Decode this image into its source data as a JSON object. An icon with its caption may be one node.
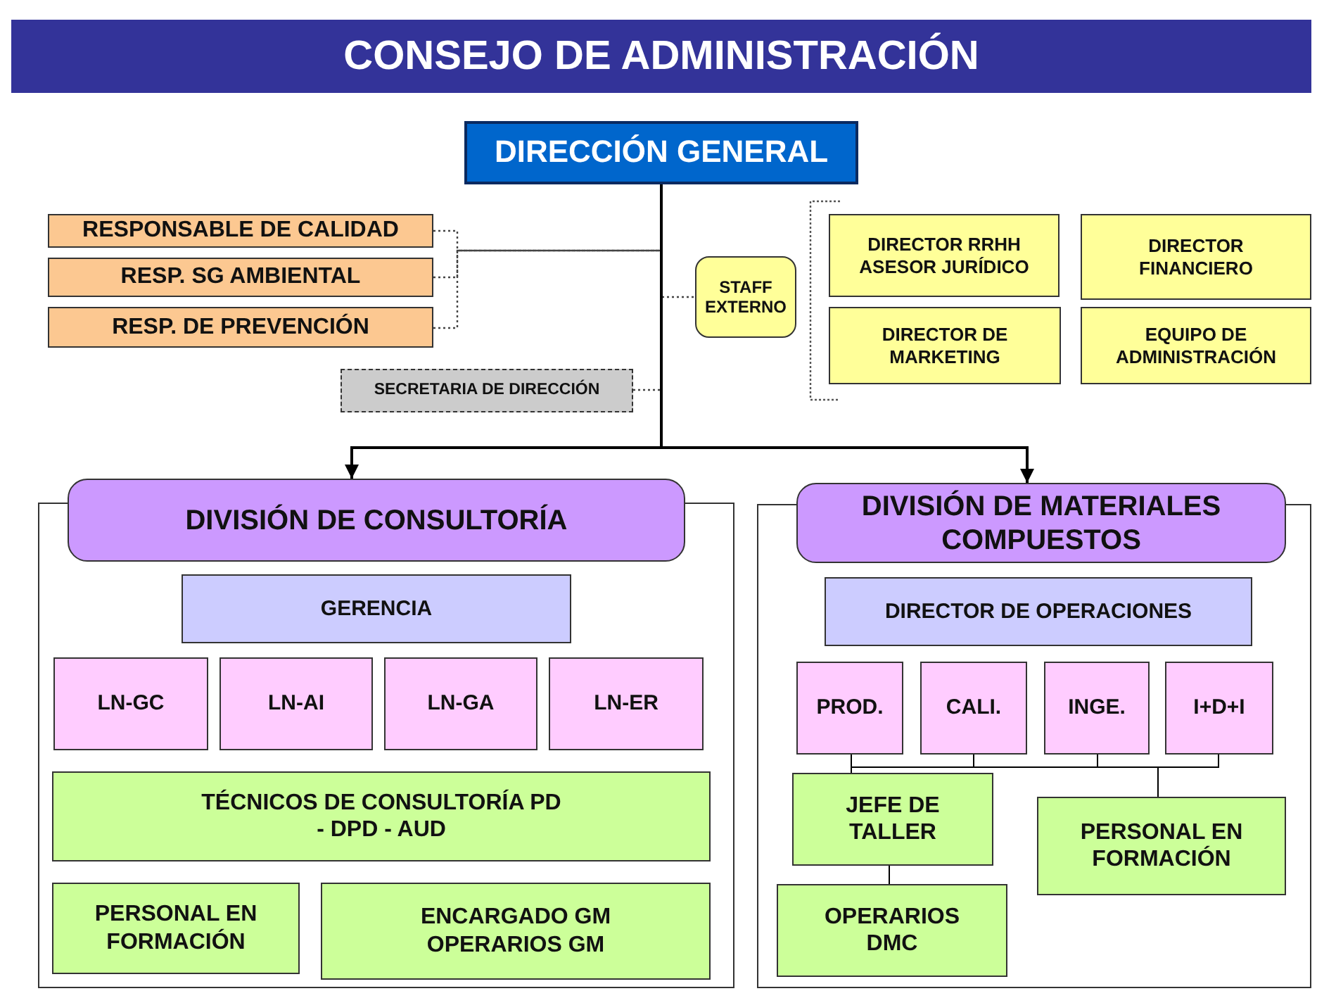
{
  "diagram": {
    "nodes": [
      {
        "text": [
          "CONSEJO DE ADMINISTRACIÓN"
        ]
      },
      {
        "text": [
          "DIRECCIÓN GENERAL"
        ]
      },
      {
        "text": [
          "RESPONSABLE DE CALIDAD"
        ]
      },
      {
        "text": [
          "RESP. SG AMBIENTAL"
        ]
      },
      {
        "text": [
          "RESP. DE PREVENCIÓN"
        ]
      },
      {
        "text": [
          "SECRETARIA DE DIRECCIÓN"
        ]
      },
      {
        "text": [
          "STAFF EXTERNO"
        ]
      },
      {
        "text": [
          "DIRECTOR RRHH ASESOR JURÍDICO"
        ]
      },
      {
        "text": [
          "DIRECTOR FINANCIERO"
        ]
      },
      {
        "text": [
          "DIRECTOR DE MARKETING"
        ]
      },
      {
        "text": [
          "EQUIPO DE ADMINISTRACIÓN"
        ]
      },
      {
        "text": [],
        "shape": "box"
      },
      {
        "text": [
          "DIVISIÓN DE CONSULTORÍA"
        ]
      },
      {
        "text": [
          "GERENCIA"
        ],
        "in": 11
      },
      {
        "text": [
          "LN-GC"
        ],
        "in": 11
      },
      {
        "text": [
          "LN-AI"
        ],
        "in": 11
      },
      {
        "text": [
          "LN-GA"
        ],
        "in": 11
      },
      {
        "text": [
          "LN-ER"
        ],
        "in": 11
      },
      {
        "text": [
          "TÉCNICOS DE CONSULTORÍA PD - DPD - AUD"
        ],
        "in": 11
      },
      {
        "text": [
          "PERSONAL EN FORMACIÓN"
        ],
        "in": 11
      },
      {
        "text": [
          "ENCARGADO GM OPERARIOS GM"
        ],
        "in": 11
      },
      {
        "text": [],
        "shape": "box"
      },
      {
        "text": [
          "DIVISIÓN DE MATERIALES COMPUESTOS"
        ]
      },
      {
        "text": [
          "DIRECTOR DE OPERACIONES"
        ],
        "in": 21
      },
      {
        "text": [
          "PROD."
        ],
        "in": 21
      },
      {
        "text": [
          "CALI."
        ],
        "in": 21
      },
      {
        "text": [
          "INGE."
        ],
        "in": 21
      },
      {
        "text": [
          "I+D+I"
        ],
        "in": 21
      },
      {
        "text": [
          "JEFE DE TALLER"
        ],
        "in": 21
      },
      {
        "text": [
          "PERSONAL EN FORMACIÓN"
        ],
        "in": 21
      },
      {
        "text": [
          "OPERARIOS DMC"
        ],
        "in": 21
      }
    ],
    "edges": [
      {
        "from": 1,
        "to": 12,
        "arrow": "to"
      },
      {
        "from": 1,
        "to": 22,
        "arrow": "to"
      },
      {
        "from": 2,
        "to": 1,
        "arrow": "none",
        "style": "dashed"
      },
      {
        "from": 3,
        "to": 1,
        "arrow": "none",
        "style": "dashed"
      },
      {
        "from": 4,
        "to": 1,
        "arrow": "none",
        "style": "dashed"
      },
      {
        "from": 1,
        "to": 6,
        "arrow": "none",
        "style": "dashed"
      },
      {
        "from": 5,
        "to": 1,
        "arrow": "none",
        "style": "dashed"
      },
      {
        "from": 24,
        "to": 28,
        "arrow": "none"
      },
      {
        "from": 25,
        "to": 28,
        "arrow": "none"
      },
      {
        "from": 26,
        "to": 28,
        "arrow": "none"
      },
      {
        "from": 27,
        "to": 28,
        "arrow": "none"
      },
      {
        "from": 24,
        "to": 29,
        "arrow": "none"
      },
      {
        "from": 25,
        "to": 29,
        "arrow": "none"
      },
      {
        "from": 26,
        "to": 29,
        "arrow": "none"
      },
      {
        "from": 27,
        "to": 29,
        "arrow": "none"
      },
      {
        "from": 28,
        "to": 30,
        "arrow": "none"
      }
    ]
  }
}
